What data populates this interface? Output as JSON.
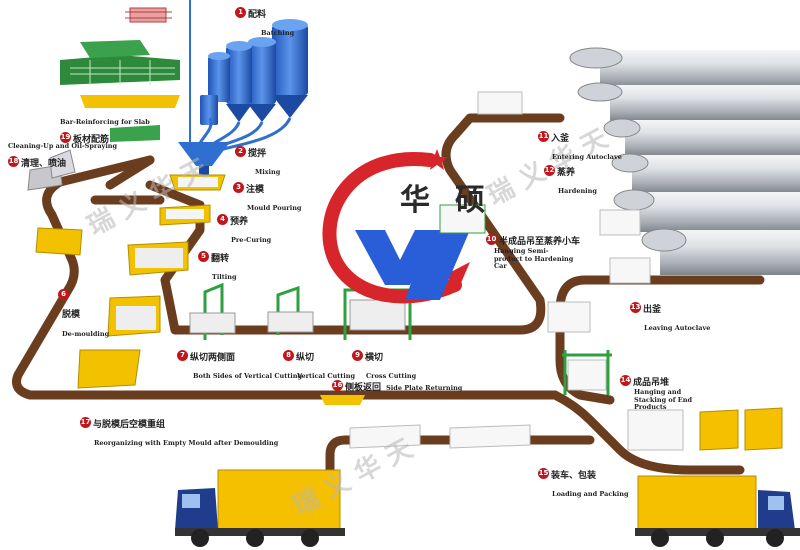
{
  "steps": [
    {
      "num": "1",
      "zh": "配料",
      "en": "Batching"
    },
    {
      "num": "2",
      "zh": "搅拌",
      "en": "Mixing"
    },
    {
      "num": "3",
      "zh": "注模",
      "en": "Mould Pouring"
    },
    {
      "num": "4",
      "zh": "预养",
      "en": "Pre-Curing"
    },
    {
      "num": "5",
      "zh": "翻转",
      "en": "Tilting"
    },
    {
      "num": "6",
      "zh": "脱模",
      "en": "De-moulding"
    },
    {
      "num": "7",
      "zh": "纵切两侧面",
      "en": "Both Sides of Vertical Cutting"
    },
    {
      "num": "8",
      "zh": "纵切",
      "en": "Vertical Cutting"
    },
    {
      "num": "9",
      "zh": "横切",
      "en": "Cross Cutting"
    },
    {
      "num": "10",
      "zh": "半成品吊至蒸养小车",
      "en": "Hanging Semi-product to Hardening Car"
    },
    {
      "num": "11",
      "zh": "入釜",
      "en": "Entering Autoclave"
    },
    {
      "num": "12",
      "zh": "蒸养",
      "en": "Hardening"
    },
    {
      "num": "13",
      "zh": "出釜",
      "en": "Leaving Autoclave"
    },
    {
      "num": "14",
      "zh": "成品吊堆",
      "en": "Hanging and Stacking of End Products"
    },
    {
      "num": "15",
      "zh": "装车、包装",
      "en": "Loading and Packing"
    },
    {
      "num": "16",
      "zh": "侧板返回",
      "en": "Side Plate Returning"
    },
    {
      "num": "17",
      "zh": "与脱模后空模重组",
      "en": "Reorganizing with Empty Mould after Demoulding"
    },
    {
      "num": "18",
      "zh": "清理、喷油",
      "en": "Cleaning-Up and Oil-Spraying"
    },
    {
      "num": "19",
      "zh": "板材配筋",
      "en": "Bar-Reinforcing for Slab"
    }
  ],
  "logo": {
    "char1": "华",
    "char2": "硕"
  },
  "watermark": [
    "瑞 义 华 天",
    "瑞 义 华 天",
    "瑞 义 华 天"
  ],
  "colors": {
    "track": "#6b3d1f",
    "trackEdge": "#4a2812",
    "mould": "#f2c200",
    "silo": "#2f6fd0",
    "autoclave": "#c9ccd2",
    "truck": "#1f3d8c",
    "box": "#f5c000",
    "logoRed": "#d7262b",
    "logoBlue": "#2a5ed8"
  }
}
